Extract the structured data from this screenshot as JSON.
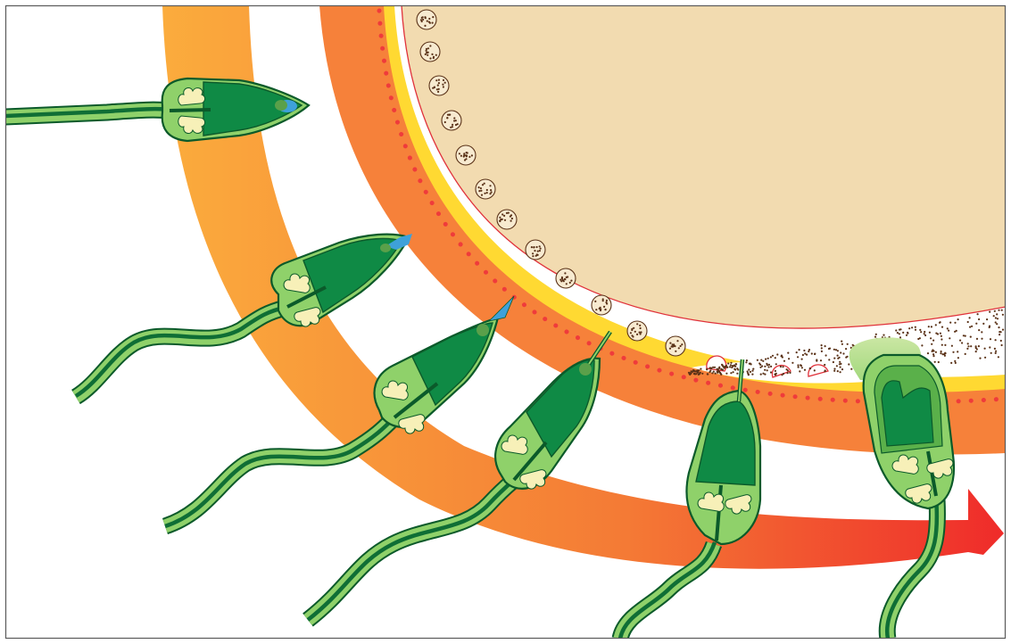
{
  "diagram": {
    "colors": {
      "background": "#ffffff",
      "frame": "#5a5a5a",
      "egg_cytoplasm": "#f2dbb0",
      "egg_membrane": "#e0313a",
      "zona_yellow": "#ffd932",
      "outer_band_orange": "#f6813a",
      "arrow_start": "#fbac3d",
      "arrow_end": "#ef2a2a",
      "sperm_light_green": "#8fd16a",
      "sperm_dark_green": "#0f8a45",
      "sperm_outline": "#0b5a2a",
      "mitochondria": "#f7f0b8",
      "acrosome_blue": "#3ea1d9",
      "granule_dot": "#5a3218"
    },
    "stages": [
      {
        "id": "intact-sperm",
        "acrosome": "blue-cap"
      },
      {
        "id": "acrosome-reaction",
        "acrosome": "releasing"
      },
      {
        "id": "acrosomal-process",
        "acrosome": "spike"
      },
      {
        "id": "penetrating-sperm",
        "acrosome": "filament"
      },
      {
        "id": "membrane-contact",
        "acrosome": "filament"
      },
      {
        "id": "fusing-sperm",
        "acrosome": "fertilization-cone"
      }
    ],
    "egg_parts": [
      "cytoplasm",
      "plasma-membrane",
      "vitelline-layer",
      "jelly-coat",
      "cortical-granules",
      "fertilization-envelope"
    ]
  }
}
